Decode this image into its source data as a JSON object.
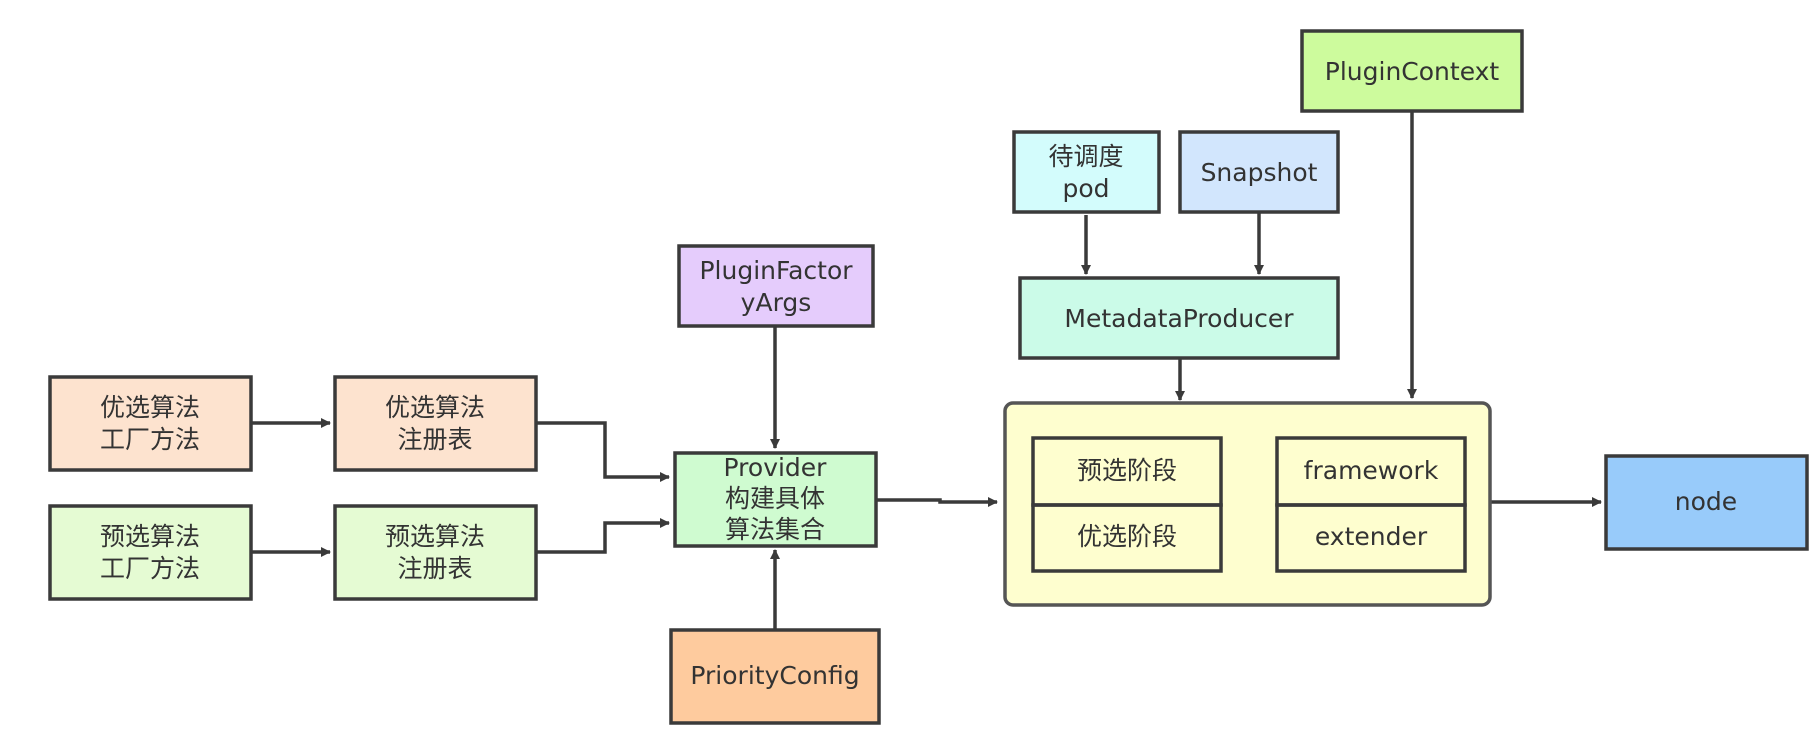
{
  "colors": {
    "peach": "#fde3cf",
    "light_green": "#e5fbd3",
    "purple": "#e5ccfc",
    "mint": "#cffbd0",
    "orange": "#fecb9e",
    "cyan": "#d3fcfc",
    "light_blue": "#d2e6fd",
    "aquamarine": "#cbfbe8",
    "lime": "#cdfb9d",
    "cream": "#fefecf",
    "node_blue": "#98cbfa",
    "stroke": "#3a3a3a"
  },
  "nodes": {
    "priority_factory": {
      "line1": "优选算法",
      "line2": "工厂方法"
    },
    "priority_registry": {
      "line1": "优选算法",
      "line2": "注册表"
    },
    "predicate_factory": {
      "line1": "预选算法",
      "line2": "工厂方法"
    },
    "predicate_registry": {
      "line1": "预选算法",
      "line2": "注册表"
    },
    "plugin_factory_args": {
      "line1": "PluginFactor",
      "line2": "yArgs"
    },
    "provider": {
      "line1": "Provider",
      "line2": "构建具体",
      "line3": "算法集合"
    },
    "priority_config": {
      "label": "PriorityConfig"
    },
    "pending_pod": {
      "line1": "待调度",
      "line2": "pod"
    },
    "snapshot": {
      "label": "Snapshot"
    },
    "plugin_context": {
      "label": "PluginContext"
    },
    "metadata_producer": {
      "label": "MetadataProducer"
    },
    "predicate_stage": {
      "label": "预选阶段"
    },
    "priority_stage": {
      "label": "优选阶段"
    },
    "framework": {
      "label": "framework"
    },
    "extender": {
      "label": "extender"
    },
    "node": {
      "label": "node"
    }
  }
}
